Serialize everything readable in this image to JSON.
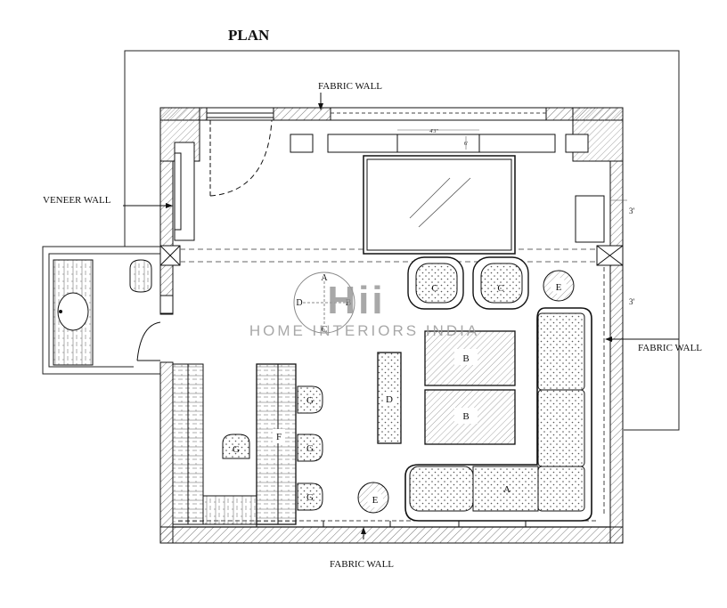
{
  "title": "PLAN",
  "labels": {
    "fabric_wall_top": "FABRIC WALL",
    "fabric_wall_right": "FABRIC WALL",
    "fabric_wall_bottom": "FABRIC WALL",
    "veneer_wall": "VENEER WALL"
  },
  "dimensions": {
    "right_upper": "3'",
    "right_lower": "3'",
    "tv_unit_top": "4'3\"",
    "tv_unit_height": "6'"
  },
  "furniture": {
    "sofa": "A",
    "ottoman_upper": "B",
    "ottoman_lower": "B",
    "armchair_left": "C",
    "armchair_right": "C",
    "side_table_top": "E",
    "side_table_bottom": "E",
    "console": "D",
    "counter": "F",
    "stool_left": "G",
    "stool_1": "G",
    "stool_2": "G",
    "stool_3": "G"
  },
  "compass": {
    "north": "A",
    "south": "C",
    "east": "B",
    "west": "D"
  },
  "watermark": {
    "logo": "Hii",
    "text": "HOME INTERIORS INDIA"
  }
}
